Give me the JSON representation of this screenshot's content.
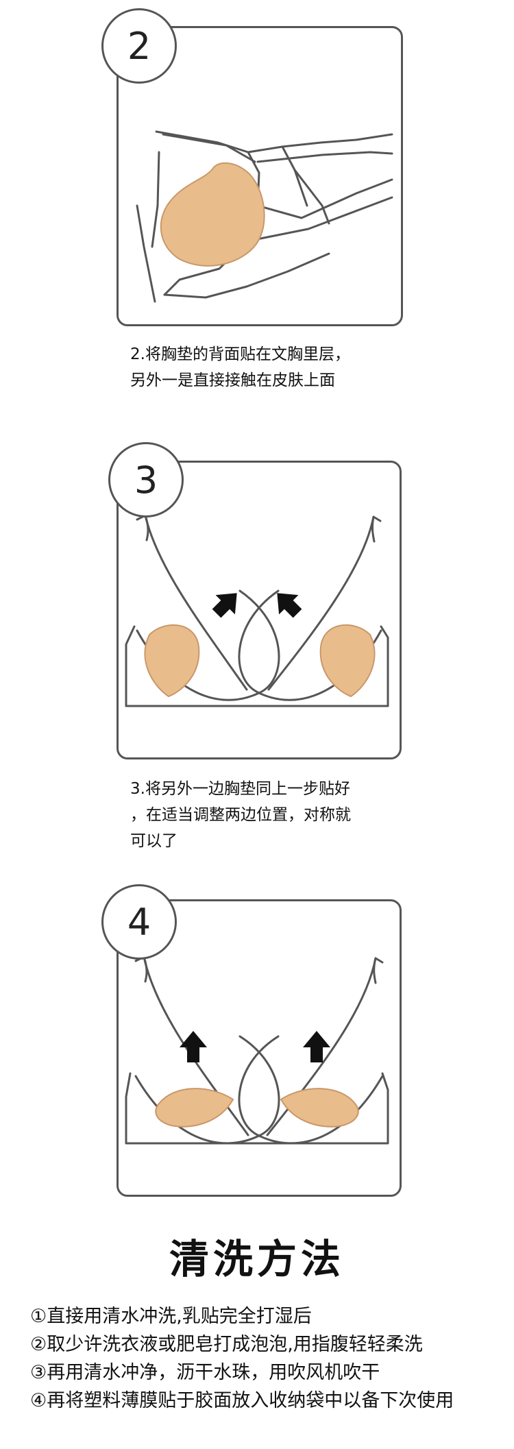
{
  "steps": [
    {
      "number": "2",
      "caption_lines": [
        "2.将胸垫的背面贴在文胸里层，",
        "另外一是直接接触在皮肤上面"
      ]
    },
    {
      "number": "3",
      "caption_lines": [
        "3.将另外一边胸垫同上一步贴好",
        "，在适当调整两边位置，对称就",
        "可以了"
      ]
    },
    {
      "number": "4",
      "caption_lines": []
    }
  ],
  "cleaning": {
    "title": "清洗方法",
    "items": [
      "①直接用清水冲洗,乳贴完全打湿后",
      "②取少许洗衣液或肥皂打成泡泡,用指腹轻轻柔洗",
      "③再用清水冲净，沥干水珠，用吹风机吹干",
      "④再将塑料薄膜贴于胶面放入收纳袋中以备下次使用"
    ]
  },
  "colors": {
    "pad": "#E9BC8C",
    "pad_edge": "#C9976A",
    "line": "#555555"
  }
}
